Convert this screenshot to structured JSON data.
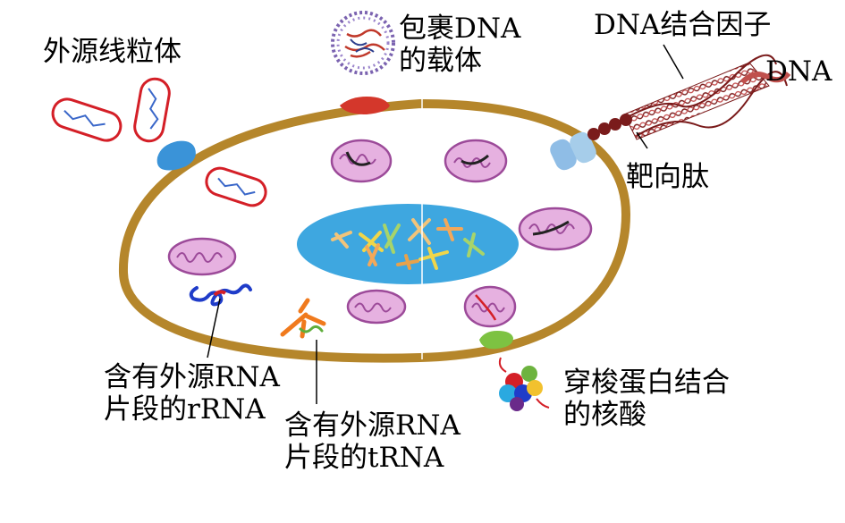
{
  "labels": {
    "exogenous_mito": "外源线粒体",
    "dna_carrier_line1": "包裹DNA",
    "dna_carrier_line2": "的载体",
    "dna_binding_factor": "DNA结合因子",
    "dna": "DNA",
    "targeting_peptide": "靶向肽",
    "rrna_line1": "含有外源RNA",
    "rrna_line2": "片段的rRNA",
    "trna_line1": "含有外源RNA",
    "trna_line2": "片段的tRNA",
    "pore_nucleic_line1": "穿梭蛋白结合",
    "pore_nucleic_line2": "的核酸"
  },
  "colors": {
    "membrane": "#b5862b",
    "nucleus": "#3ea7e0",
    "mito_fill": "#e6b1e0",
    "mito_stroke": "#9c4a99",
    "ext_mito_stroke": "#d41f27",
    "vesicle_purple": "#7b63b0",
    "receptor_blue": "#3a93d8",
    "pore_red": "#d4372b",
    "peptide": "#7a1b1b",
    "rrna_blue": "#1f3cc9",
    "trna_orange": "#f07a1d",
    "pore_green": "#7dc242"
  }
}
